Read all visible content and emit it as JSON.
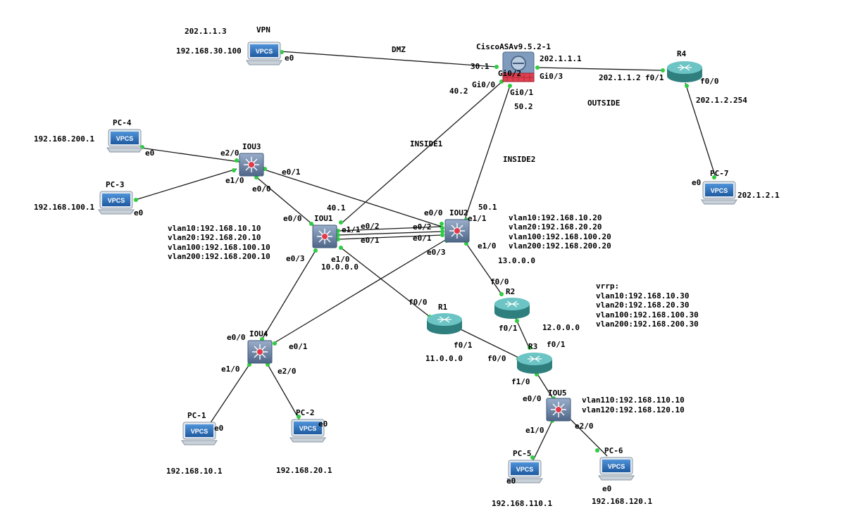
{
  "diagram": {
    "devices": {
      "vpn": {
        "name": "VPN",
        "kind": "vpcs",
        "ip": "202.1.1.3",
        "ip2": "192.168.30.100",
        "port": "e0"
      },
      "asa": {
        "name": "CiscoASAv9.5.2-1",
        "kind": "firewall"
      },
      "r4": {
        "name": "R4",
        "kind": "router"
      },
      "pc7": {
        "name": "PC-7",
        "kind": "vpcs",
        "port": "e0",
        "ip": "202.1.2.1"
      },
      "pc4": {
        "name": "PC-4",
        "kind": "vpcs",
        "port": "e0",
        "ip": "192.168.200.1"
      },
      "pc3": {
        "name": "PC-3",
        "kind": "vpcs",
        "port": "e0",
        "ip": "192.168.100.1"
      },
      "iou3": {
        "name": "IOU3",
        "kind": "switch"
      },
      "iou1": {
        "name": "IOU1",
        "kind": "switch"
      },
      "iou2": {
        "name": "IOU2",
        "kind": "switch"
      },
      "iou4": {
        "name": "IOU4",
        "kind": "switch"
      },
      "iou5": {
        "name": "IOU5",
        "kind": "switch"
      },
      "r1": {
        "name": "R1",
        "kind": "router"
      },
      "r2": {
        "name": "R2",
        "kind": "router"
      },
      "r3": {
        "name": "R3",
        "kind": "router"
      },
      "pc1": {
        "name": "PC-1",
        "kind": "vpcs",
        "port": "e0",
        "ip": "192.168.10.1"
      },
      "pc2": {
        "name": "PC-2",
        "kind": "vpcs",
        "port": "e0",
        "ip": "192.168.20.1"
      },
      "pc5": {
        "name": "PC-5",
        "kind": "vpcs",
        "port": "e0",
        "ip": "192.168.110.1"
      },
      "pc6": {
        "name": "PC-6",
        "kind": "vpcs",
        "port": "e0",
        "ip": "192.168.120.1"
      }
    },
    "icon_text": "VPCS",
    "zones": {
      "dmz": "DMZ",
      "outside": "OUTSIDE",
      "inside1": "INSIDE1",
      "inside2": "INSIDE2"
    },
    "ports": {
      "asa_gi02": "Gi0/2",
      "asa_gi03": "Gi0/3",
      "asa_gi00": "Gi0/0",
      "asa_gi01": "Gi0/1",
      "r4_f01": "f0/1",
      "r4_f00": "f0/0",
      "iou3_e20": "e2/0",
      "iou3_e10": "e1/0",
      "iou3_e00": "e0/0",
      "iou3_e01": "e0/1",
      "iou1_e00": "e0/0",
      "iou1_e11": "e1/1",
      "iou1_e02": "e0/2",
      "iou1_e01": "e0/1",
      "iou1_e03": "e0/3",
      "iou1_e10": "e1/0",
      "iou2_e00": "e0/0",
      "iou2_e02": "e0/2",
      "iou2_e01": "e0/1",
      "iou2_e11": "e1/1",
      "iou2_e10": "e1/0",
      "iou2_e03": "e0/3",
      "iou4_e00": "e0/0",
      "iou4_e01": "e0/1",
      "iou4_e10": "e1/0",
      "iou4_e20": "e2/0",
      "r1_f00": "f0/0",
      "r1_f01": "f0/1",
      "r2_f00": "f0/0",
      "r2_f01": "f0/1",
      "r3_f01": "f0/1",
      "r3_f00": "f0/0",
      "r3_f10": "f1/0",
      "iou5_e00": "e0/0",
      "iou5_e10": "e1/0",
      "iou5_e20": "e2/0"
    },
    "addresses": {
      "asa_30": "30.1",
      "asa_outside": "202.1.1.1",
      "r4_outside": "202.1.1.2",
      "r4_lan": "202.1.2.254",
      "asa_40": "40.2",
      "asa_50": "50.2",
      "iou1_40": "40.1",
      "iou2_50": "50.1",
      "net_10": "10.0.0.0",
      "net_11": "11.0.0.0",
      "net_12": "12.0.0.0",
      "net_13": "13.0.0.0"
    },
    "iou1_vlans": [
      "vlan10:192.168.10.10",
      "vlan20:192.168.20.10",
      "vlan100:192.168.100.10",
      "vlan200:192.168.200.10"
    ],
    "iou2_vlans": [
      "vlan10:192.168.10.20",
      "vlan20:192.168.20.20",
      "vlan100:192.168.100.20",
      "vlan200:192.168.200.20"
    ],
    "vrrp_title": "vrrp:",
    "vrrp_vlans": [
      "vlan10:192.168.10.30",
      "vlan20:192.168.20.30",
      "vlan100:192.168.100.30",
      "vlan200:192.168.200.30"
    ],
    "iou5_vlans": [
      "vlan110:192.168.110.10",
      "vlan120:192.168.120.10"
    ]
  },
  "colors": {
    "link": "#1a1a1a",
    "port_dot": "#2ecc40",
    "router": "#3f9a9a",
    "switch": "#6e86a8",
    "vpcs_screen": "#2e6db4",
    "firewall": "#6b89ad",
    "firewall_base": "#e04050"
  }
}
